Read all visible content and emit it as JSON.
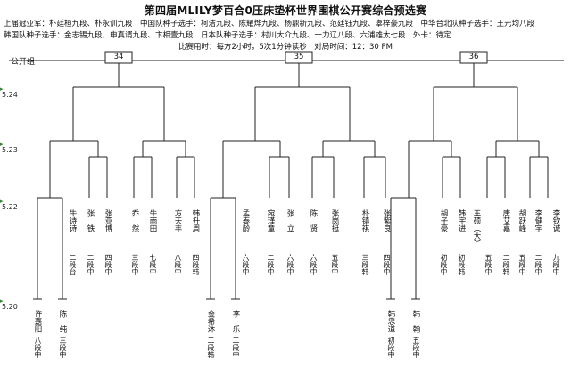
{
  "title": "第四届MLILY梦百合0压床垫杯世界围棋公开赛综合预选赛",
  "info_lines": [
    "上届冠亚军：朴廷桓九段、朴永训九段　中国队种子选手：柯洁九段、陈耀烨九段、杨鼎新九段、范廷钰九段、辜梓豪九段　中华台北队种子选手：王元均八段",
    "韩国队种子选手：金志锡九段、申真谞九段、卞相壹九段　日本队种子选手：村川大介九段、一力辽八段、六浦雄太七段　外卡：待定"
  ],
  "time_line": "比赛用时：每方2小时，5次1分钟读秒　对局时间：12：30 PM",
  "group_label": "公开组",
  "dates": [
    "5.24",
    "5.23",
    "5.22",
    "5.20"
  ],
  "brackets": [
    "34",
    "35",
    "36"
  ],
  "players": [
    {
      "name": "许嘉阳",
      "rank": "八段中"
    },
    {
      "name": "陈一纯",
      "rank": "三段中"
    },
    {
      "name": "牛诗诗",
      "rank": "二段台"
    },
    {
      "name": "张　铁",
      "rank": "二段中"
    },
    {
      "name": "张亚博",
      "rank": "四段中"
    },
    {
      "name": "乔　然",
      "rank": "三段中"
    },
    {
      "name": "牛雨田",
      "rank": "七段中"
    },
    {
      "name": "方天丰",
      "rank": "八段中"
    },
    {
      "name": "韩升周",
      "rank": "四段韩"
    },
    {
      "name": "金希沐",
      "rank": "二段韩"
    },
    {
      "name": "李　乐",
      "rank": "二段中"
    },
    {
      "name": "孟泰龄",
      "rank": "六段中"
    },
    {
      "name": "宛瑾童",
      "rank": "二段中"
    },
    {
      "name": "张　立",
      "rank": "六段中"
    },
    {
      "name": "陈　贤",
      "rank": "六段中"
    },
    {
      "name": "张岗挺",
      "rank": "五段中"
    },
    {
      "name": "朴镇祺",
      "rank": "三段韩"
    },
    {
      "name": "张紫良",
      "rank": "四段中"
    },
    {
      "name": "韩忠道",
      "rank": "初段中"
    },
    {
      "name": "韩　翰",
      "rank": "五段中"
    },
    {
      "name": "胡子豪",
      "rank": "初段中"
    },
    {
      "name": "韩宇进",
      "rank": "初段韩"
    },
    {
      "name": "王硕（大）",
      "rank": "五段中"
    },
    {
      "name": "唐艾嘉",
      "rank": "二段韩"
    },
    {
      "name": "胡跃峰",
      "rank": "五段中"
    },
    {
      "name": "李健宇",
      "rank": "二段中"
    },
    {
      "name": "李钦诚",
      "rank": "九段中"
    }
  ]
}
